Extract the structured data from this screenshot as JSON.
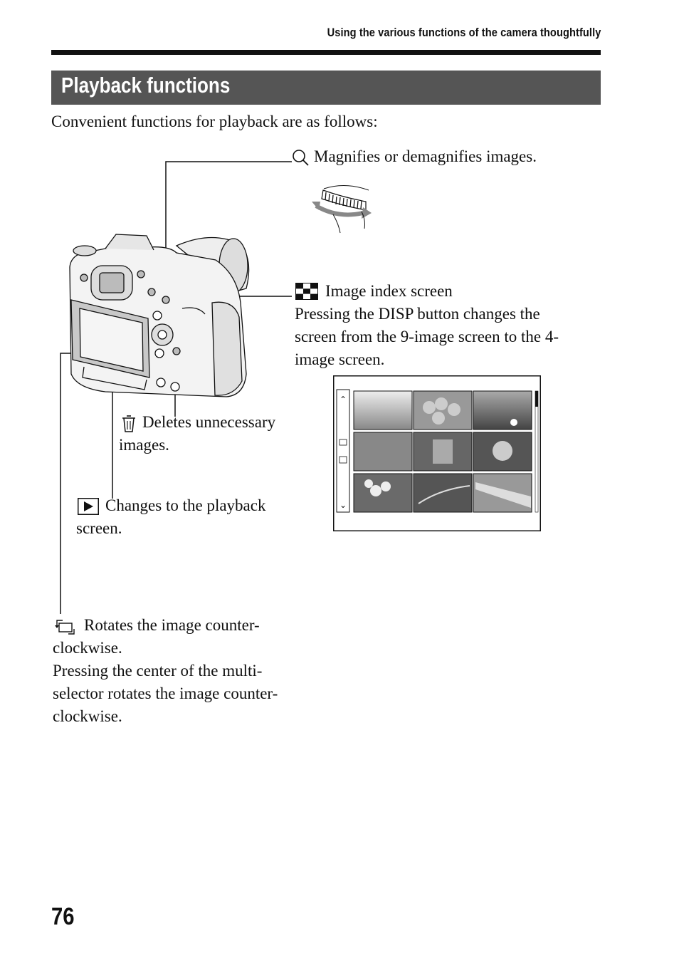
{
  "header": {
    "running_head": "Using the various functions of the camera thoughtfully"
  },
  "section": {
    "title": "Playback functions"
  },
  "intro": "Convenient functions for playback are as follows:",
  "callouts": {
    "magnify": "Magnifies or demagnifies images.",
    "index_title": "Image index screen",
    "index_lines": [
      "Pressing the DISP button changes the",
      "screen from the 9-image screen to the 4-",
      "image screen."
    ],
    "delete_lines": [
      "Deletes unnecessary",
      "images."
    ],
    "playback_lines": [
      "Changes to the playback",
      "screen."
    ],
    "rotate_lines": [
      "Rotates the image counter-",
      "clockwise.",
      "Pressing the center of the multi-",
      "selector rotates the image counter-",
      "clockwise."
    ]
  },
  "icons": {
    "magnify": "magnifier-icon",
    "index": "image-index-icon",
    "delete": "trash-icon",
    "playback": "playback-icon",
    "rotate": "rotate-icon"
  },
  "page_number": "76"
}
